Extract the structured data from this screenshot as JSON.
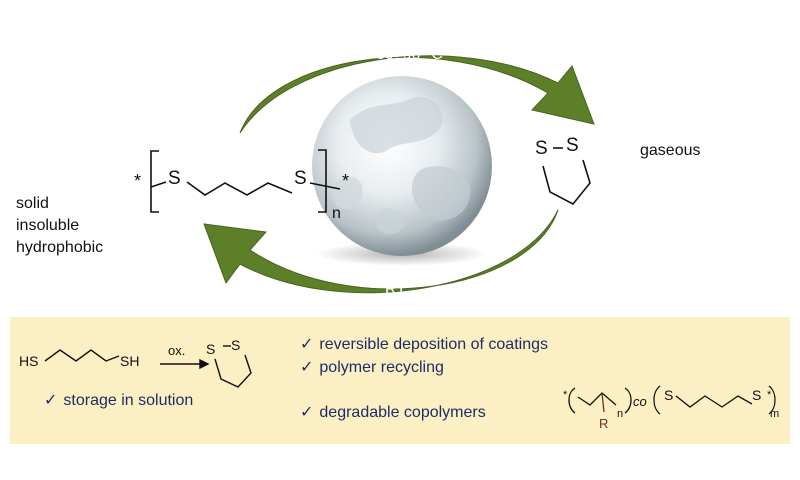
{
  "properties": [
    "solid",
    "insoluble",
    "hydrophobic"
  ],
  "state_gas": "gaseous",
  "top_arrow_label": "80–90 °C",
  "bottom_arrow_label": "RT",
  "polymer": {
    "end_left": "*",
    "end_right": "*",
    "atom_left": "S",
    "atom_right": "S",
    "repeat": "n"
  },
  "dithiolane": {
    "s1": "S",
    "s2": "S"
  },
  "panel": {
    "checkmark": "✓",
    "reaction": {
      "hs_left": "HS",
      "sh_right": "SH",
      "arrow_label": "ox.",
      "s1": "S",
      "s2": "S"
    },
    "storage": "storage in solution",
    "uses": [
      "reversible deposition of coatings",
      "polymer recycling",
      "degradable copolymers"
    ],
    "copolymer": {
      "end_left": "*",
      "end_right": "*",
      "co": "co",
      "n": "n",
      "m": "m",
      "r": "R",
      "s1": "S",
      "s2": "S"
    }
  },
  "colors": {
    "arrow": "#5c7f28",
    "arrow_dark": "#486520",
    "panel": "#fbefc3",
    "panel_text": "#1d2d63",
    "r_group": "#7a2a2a"
  }
}
